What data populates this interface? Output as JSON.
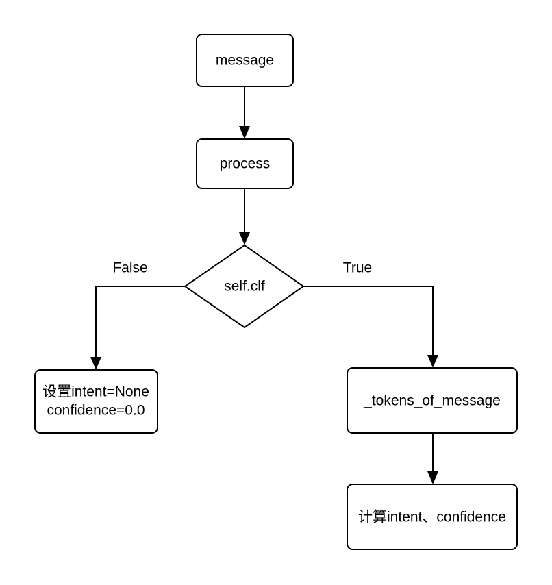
{
  "diagram": {
    "type": "flowchart",
    "title": "",
    "background_color": "#ffffff",
    "stroke_color": "#000000",
    "fill_color": "#ffffff",
    "nodes": [
      {
        "id": "message",
        "shape": "rounded-rect",
        "label": "message",
        "lines": [
          "message"
        ]
      },
      {
        "id": "process",
        "shape": "rounded-rect",
        "label": "process",
        "lines": [
          "process"
        ]
      },
      {
        "id": "self_clf",
        "shape": "diamond",
        "label": "self.clf",
        "lines": [
          "self.clf"
        ]
      },
      {
        "id": "set_none",
        "shape": "rounded-rect",
        "label": "设置intent=None confidence=0.0",
        "lines": [
          "设置intent=None",
          "confidence=0.0"
        ]
      },
      {
        "id": "tokens_of_message",
        "shape": "rounded-rect",
        "label": "_tokens_of_message",
        "lines": [
          "_tokens_of_message"
        ]
      },
      {
        "id": "compute",
        "shape": "rounded-rect",
        "label": "计算intent、confidence",
        "lines": [
          "计算intent、confidence"
        ]
      }
    ],
    "edges": [
      {
        "from": "message",
        "to": "process",
        "label": ""
      },
      {
        "from": "process",
        "to": "self_clf",
        "label": ""
      },
      {
        "from": "self_clf",
        "to": "set_none",
        "label": "False"
      },
      {
        "from": "self_clf",
        "to": "tokens_of_message",
        "label": "True"
      },
      {
        "from": "tokens_of_message",
        "to": "compute",
        "label": ""
      }
    ],
    "edge_labels": {
      "false_branch": "False",
      "true_branch": "True"
    }
  }
}
